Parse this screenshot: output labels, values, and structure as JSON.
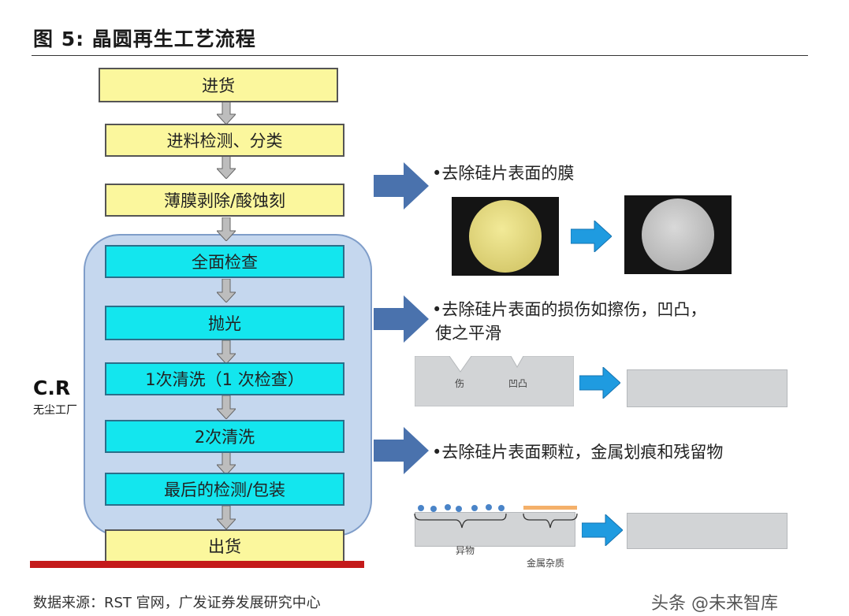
{
  "title": "图 5: 晶圆再生工艺流程",
  "flow": {
    "steps": [
      "进货",
      "进料检测、分类",
      "薄膜剥除/酸蚀刻",
      "全面检查",
      "抛光",
      "1次清洗（1 次检查）",
      "2次清洗",
      "最后的检测/包装",
      "出货"
    ],
    "cr_label": "C.R",
    "cr_sub": "无尘工厂"
  },
  "notes": {
    "film": "•去除硅片表面的膜",
    "damage_line1": "•去除硅片表面的损伤如擦伤，凹凸，",
    "damage_line2": "使之平滑",
    "particle": "•去除硅片表面颗粒，金属划痕和残留物"
  },
  "illustration_labels": {
    "scratch": "伤",
    "bump": "凹凸",
    "foreign": "异物",
    "metal": "金属杂质"
  },
  "colors": {
    "yellow_box": "#fbf79d",
    "cyan_box": "#13e6ee",
    "cr_zone": "#c5d7ee",
    "big_arrow": "#4a72ad",
    "small_arrow": "#1f9be0",
    "wafer_before": "#e3d77a",
    "wafer_after": "#bcbcbc"
  },
  "footer": {
    "source": "数据来源：RST 官网，广发证券发展研究中心",
    "watermark": "头条 @未来智库"
  }
}
